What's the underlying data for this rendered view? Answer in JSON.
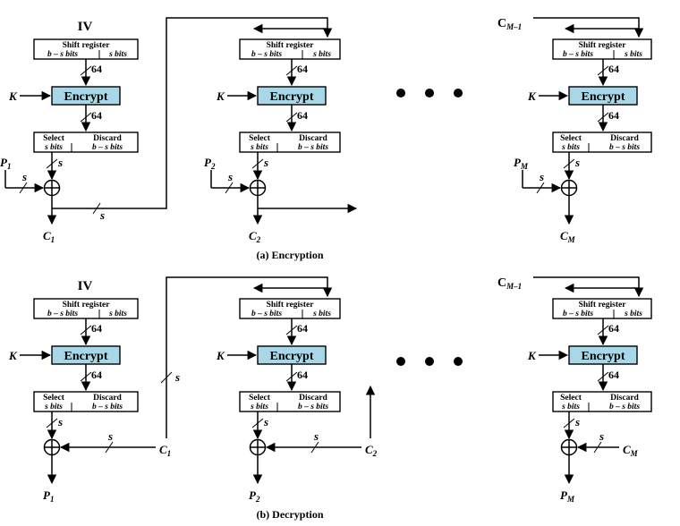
{
  "common": {
    "shift_register": "Shift register",
    "bs_bits": "b – s bits",
    "s_bits": "s bits",
    "select": "Select",
    "discard": "Discard",
    "encrypt": "Encrypt",
    "width64": "64",
    "s": "s",
    "key": "K"
  },
  "encryption": {
    "caption": "(a) Encryption",
    "iv": "IV",
    "c_prev": "C",
    "c_prev_sub": "M–1",
    "p1": "P",
    "p1_sub": "1",
    "p2": "P",
    "p2_sub": "2",
    "pm": "P",
    "pm_sub": "M",
    "c1": "C",
    "c1_sub": "1",
    "c2": "C",
    "c2_sub": "2",
    "cm": "C",
    "cm_sub": "M"
  },
  "decryption": {
    "caption": "(b) Decryption",
    "iv": "IV",
    "c_prev": "C",
    "c_prev_sub": "M–1",
    "c1": "C",
    "c1_sub": "1",
    "c2": "C",
    "c2_sub": "2",
    "cm": "C",
    "cm_sub": "M",
    "p1": "P",
    "p1_sub": "1",
    "p2": "P",
    "p2_sub": "2",
    "pm": "P",
    "pm_sub": "M"
  }
}
